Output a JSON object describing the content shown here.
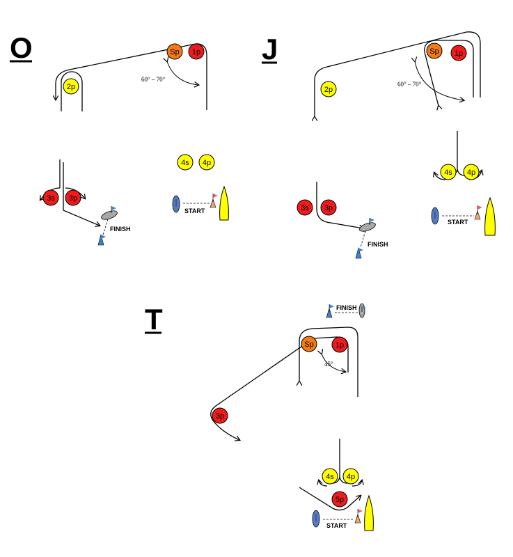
{
  "colors": {
    "yellow": "#ffff00",
    "red": "#ee1c1c",
    "orange": "#f47a14",
    "boat_blue": "#4f7fc4",
    "committee_grey": "#a8a8a8",
    "flag_blue": "#3f7fcf",
    "flag_orange": "#f2a46a"
  },
  "courses": {
    "o": {
      "letter": "O",
      "marks": {
        "sp": "Sp",
        "p1": "1p",
        "p2": "2p",
        "s3": "3s",
        "p3": "3p",
        "s4": "4s",
        "p4": "4p"
      },
      "angle": "60° – 70°",
      "start": "START",
      "finish": "FINISH"
    },
    "j": {
      "letter": "J",
      "marks": {
        "sp": "Sp",
        "p1": "1p",
        "p2": "2p",
        "s3": "3s",
        "p3": "3p",
        "s4": "4s",
        "p4": "4p"
      },
      "angle": "60° – 70°",
      "start": "START",
      "finish": "FINISH"
    },
    "t": {
      "letter": "T",
      "marks": {
        "sp": "Sp",
        "p1": "1p",
        "p3": "3p",
        "s4": "4s",
        "p4": "4p",
        "p5": "5p"
      },
      "angle": "45°",
      "start": "START",
      "finish": "FINISH"
    }
  }
}
